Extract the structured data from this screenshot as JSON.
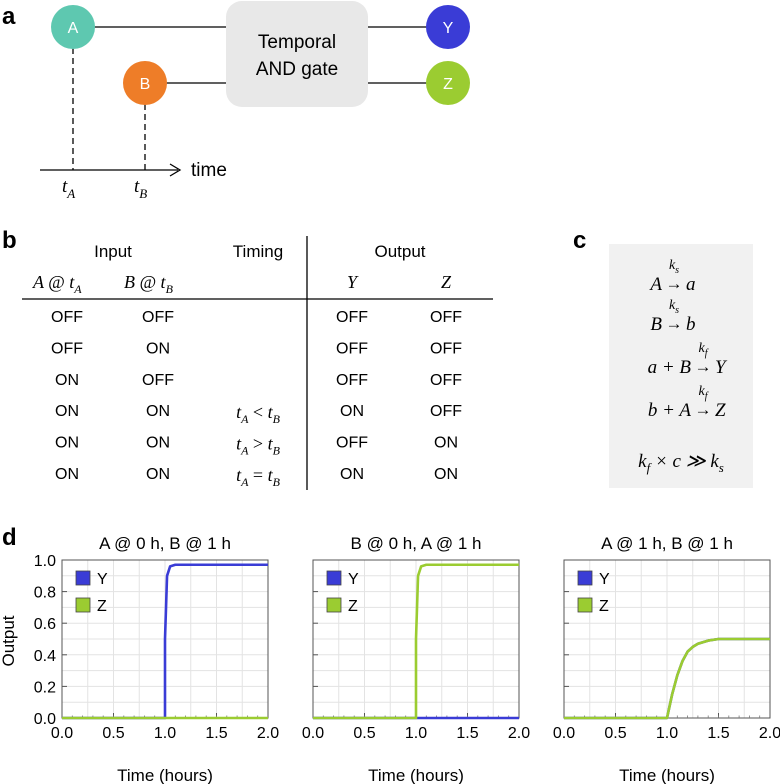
{
  "panel_labels": {
    "a": "a",
    "b": "b",
    "c": "c",
    "d": "d"
  },
  "panel_a": {
    "node_a": "A",
    "node_b": "B",
    "node_y": "Y",
    "node_z": "Z",
    "gate_line1": "Temporal",
    "gate_line2": "AND gate",
    "time_label": "time",
    "t_a": "t",
    "t_a_sub": "A",
    "t_b": "t",
    "t_b_sub": "B",
    "colors": {
      "A": "#5ec8b0",
      "B": "#ee7d28",
      "Y": "#3a3cd6",
      "Z": "#9bcc31",
      "gate": "#e8e8e8"
    }
  },
  "panel_b": {
    "header_input": "Input",
    "header_timing": "Timing",
    "header_output": "Output",
    "sub_a": "A @ t",
    "sub_a_sub": "A",
    "sub_b": "B @ t",
    "sub_b_sub": "B",
    "sub_y": "Y",
    "sub_z": "Z",
    "rows": [
      {
        "a": "OFF",
        "b": "OFF",
        "timing": "",
        "y": "OFF",
        "z": "OFF"
      },
      {
        "a": "OFF",
        "b": "ON",
        "timing": "",
        "y": "OFF",
        "z": "OFF"
      },
      {
        "a": "ON",
        "b": "OFF",
        "timing": "",
        "y": "OFF",
        "z": "OFF"
      },
      {
        "a": "ON",
        "b": "ON",
        "timing": "t_A < t_B",
        "y": "ON",
        "z": "OFF"
      },
      {
        "a": "ON",
        "b": "ON",
        "timing": "t_A > t_B",
        "y": "OFF",
        "z": "ON"
      },
      {
        "a": "ON",
        "b": "ON",
        "timing": "t_A = t_B",
        "y": "ON",
        "z": "ON"
      }
    ]
  },
  "panel_c": {
    "eq1_left": "A",
    "eq1_rate": "k",
    "eq1_rate_sub": "s",
    "eq1_right": "a",
    "eq2_left": "B",
    "eq2_rate": "k",
    "eq2_rate_sub": "s",
    "eq2_right": "b",
    "eq3_left": "a + B",
    "eq3_rate": "k",
    "eq3_rate_sub": "f",
    "eq3_right": "Y",
    "eq4_left": "b + A",
    "eq4_rate": "k",
    "eq4_rate_sub": "f",
    "eq4_right": "Z",
    "eq5_k": "k",
    "eq5_ksub": "f",
    "eq5_mid": " × c ≫ ",
    "eq5_k2": "k",
    "eq5_k2sub": "s"
  },
  "panel_d": {
    "ylabel": "Output",
    "xlabel": "Time (hours)",
    "legend": [
      "Y",
      "Z"
    ]
  },
  "chart_data": [
    {
      "type": "line",
      "title": "A @ 0 h, B @ 1 h",
      "xlabel": "Time (hours)",
      "ylabel": "Output",
      "xlim": [
        0.0,
        2.0
      ],
      "ylim": [
        0.0,
        1.0
      ],
      "xticks": [
        "0.0",
        "0.5",
        "1.0",
        "1.5",
        "2.0"
      ],
      "yticks": [
        "0.0",
        "0.2",
        "0.4",
        "0.6",
        "0.8",
        "1.0"
      ],
      "grid": true,
      "legend_position": "top-left",
      "series": [
        {
          "name": "Y",
          "color": "#3a3cd6",
          "x": [
            0.0,
            1.0,
            1.0,
            1.02,
            1.05,
            1.1,
            2.0
          ],
          "y": [
            0.0,
            0.0,
            0.5,
            0.9,
            0.96,
            0.97,
            0.97
          ]
        },
        {
          "name": "Z",
          "color": "#9bcc31",
          "x": [
            0.0,
            2.0
          ],
          "y": [
            0.0,
            0.0
          ]
        }
      ]
    },
    {
      "type": "line",
      "title": "B @ 0 h, A @ 1 h",
      "xlabel": "Time (hours)",
      "ylabel": "",
      "xlim": [
        0.0,
        2.0
      ],
      "ylim": [
        0.0,
        1.0
      ],
      "xticks": [
        "0.0",
        "0.5",
        "1.0",
        "1.5",
        "2.0"
      ],
      "yticks": [],
      "grid": true,
      "legend_position": "top-left",
      "series": [
        {
          "name": "Y",
          "color": "#3a3cd6",
          "x": [
            0.0,
            2.0
          ],
          "y": [
            0.0,
            0.0
          ]
        },
        {
          "name": "Z",
          "color": "#9bcc31",
          "x": [
            0.0,
            1.0,
            1.0,
            1.02,
            1.05,
            1.1,
            2.0
          ],
          "y": [
            0.0,
            0.0,
            0.5,
            0.9,
            0.96,
            0.97,
            0.97
          ]
        }
      ]
    },
    {
      "type": "line",
      "title": "A @ 1 h, B @ 1 h",
      "xlabel": "Time (hours)",
      "ylabel": "",
      "xlim": [
        0.0,
        2.0
      ],
      "ylim": [
        0.0,
        1.0
      ],
      "xticks": [
        "0.0",
        "0.5",
        "1.0",
        "1.5",
        "2.0"
      ],
      "yticks": [],
      "grid": true,
      "legend_position": "top-left",
      "series": [
        {
          "name": "Y",
          "color": "#3a3cd6",
          "x": [
            0.0,
            1.0,
            1.05,
            1.1,
            1.15,
            1.2,
            1.25,
            1.3,
            1.4,
            1.5,
            1.6,
            2.0
          ],
          "y": [
            0.0,
            0.0,
            0.15,
            0.27,
            0.36,
            0.42,
            0.45,
            0.47,
            0.49,
            0.5,
            0.5,
            0.5
          ]
        },
        {
          "name": "Z",
          "color": "#9bcc31",
          "x": [
            0.0,
            1.0,
            1.05,
            1.1,
            1.15,
            1.2,
            1.25,
            1.3,
            1.4,
            1.5,
            1.6,
            2.0
          ],
          "y": [
            0.0,
            0.0,
            0.15,
            0.27,
            0.36,
            0.42,
            0.45,
            0.47,
            0.49,
            0.5,
            0.5,
            0.5
          ]
        }
      ]
    }
  ]
}
